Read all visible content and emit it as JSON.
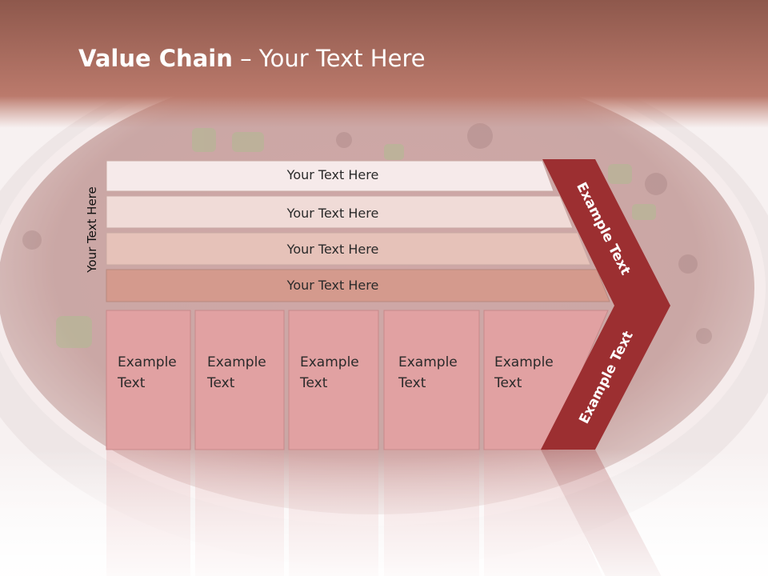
{
  "slide": {
    "title_bold": "Value Chain",
    "title_rest": " – Your Text Here",
    "side_label": "Your Text Here"
  },
  "rows": [
    {
      "label": "Your Text Here",
      "color": "#f6eaea"
    },
    {
      "label": "Your Text Here",
      "color": "#f0dbd7"
    },
    {
      "label": "Your Text Here",
      "color": "#e6c2b9"
    },
    {
      "label": "Your Text Here",
      "color": "#d49a8d"
    }
  ],
  "cells": [
    {
      "line1": "Example",
      "line2": "Text"
    },
    {
      "line1": "Example",
      "line2": "Text"
    },
    {
      "line1": "Example",
      "line2": "Text"
    },
    {
      "line1": "Example",
      "line2": "Text"
    },
    {
      "line1": "Example",
      "line2": "Text"
    }
  ],
  "chevrons": {
    "upper": "Example Text",
    "lower": "Example Text"
  },
  "colors": {
    "title_bar": "#b0685a",
    "cell_fill": "#e1a1a2",
    "chevron_fill": "#9c2f31"
  }
}
